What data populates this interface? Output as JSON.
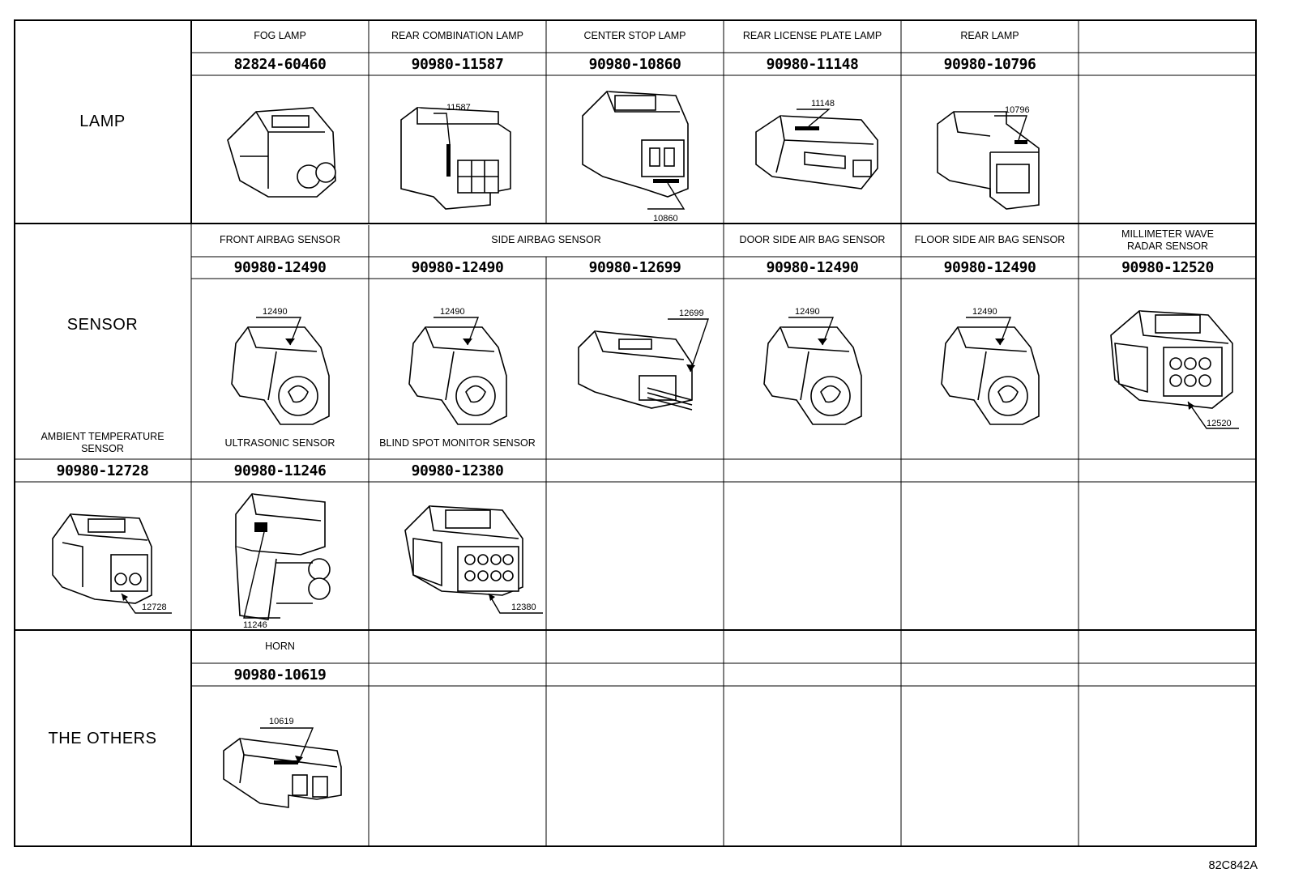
{
  "categories": [
    "LAMP",
    "SENSOR",
    "THE OTHERS"
  ],
  "lamp": {
    "names": [
      "FOG LAMP",
      "REAR COMBINATION LAMP",
      "CENTER STOP LAMP",
      "REAR LICENSE PLATE LAMP",
      "REAR LAMP",
      ""
    ],
    "parts": [
      "82824-60460",
      "90980-11587",
      "90980-10860",
      "90980-11148",
      "90980-10796",
      ""
    ],
    "callouts": [
      "",
      "11587",
      "10860",
      "11148",
      "10796"
    ]
  },
  "sensor": {
    "names": [
      "FRONT AIRBAG SENSOR",
      "SIDE AIRBAG SENSOR",
      "DOOR SIDE AIR BAG SENSOR",
      "FLOOR SIDE AIR BAG SENSOR",
      "MILLIMETER WAVE RADAR SENSOR"
    ],
    "parts": [
      "90980-12490",
      "90980-12490",
      "90980-12699",
      "90980-12490",
      "90980-12490",
      "90980-12520"
    ],
    "callouts": [
      "12490",
      "12490",
      "12699",
      "12490",
      "12490",
      "12520"
    ]
  },
  "sensor2": {
    "names": [
      "AMBIENT TEMPERATURE SENSOR",
      "ULTRASONIC SENSOR",
      "BLIND SPOT MONITOR SENSOR"
    ],
    "parts": [
      "90980-12728",
      "90980-11246",
      "90980-12380"
    ],
    "callouts": [
      "12728",
      "11246",
      "12380"
    ]
  },
  "others": {
    "names": [
      "HORN"
    ],
    "parts": [
      "90980-10619"
    ],
    "callouts": [
      "10619"
    ]
  },
  "drawing_code": "82C842A"
}
